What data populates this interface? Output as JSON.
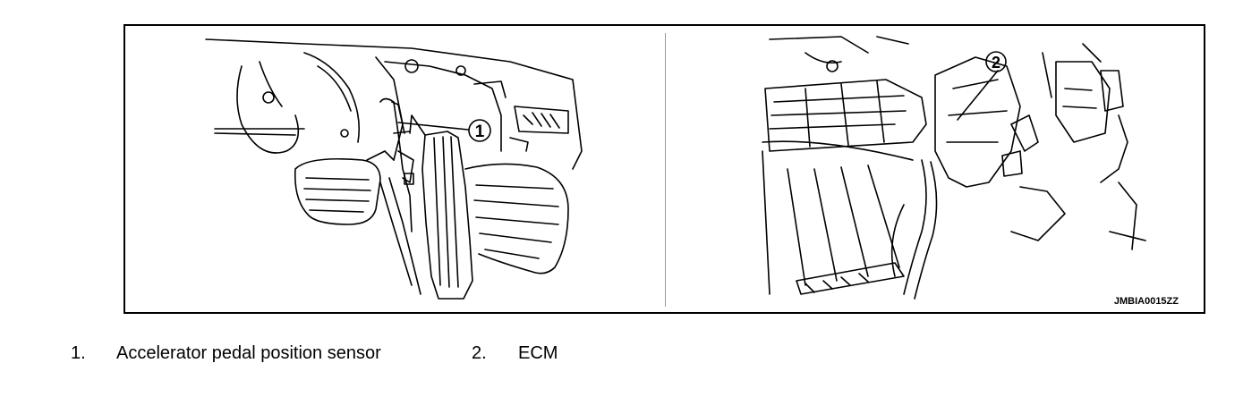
{
  "figure": {
    "reference_code": "JMBIA0015ZZ",
    "callouts": [
      {
        "number": "1",
        "name": "Accelerator pedal position sensor"
      },
      {
        "number": "2",
        "name": "ECM"
      }
    ]
  },
  "legend": [
    {
      "number": "1.",
      "label": "Accelerator pedal position sensor"
    },
    {
      "number": "2.",
      "label": "ECM"
    }
  ]
}
